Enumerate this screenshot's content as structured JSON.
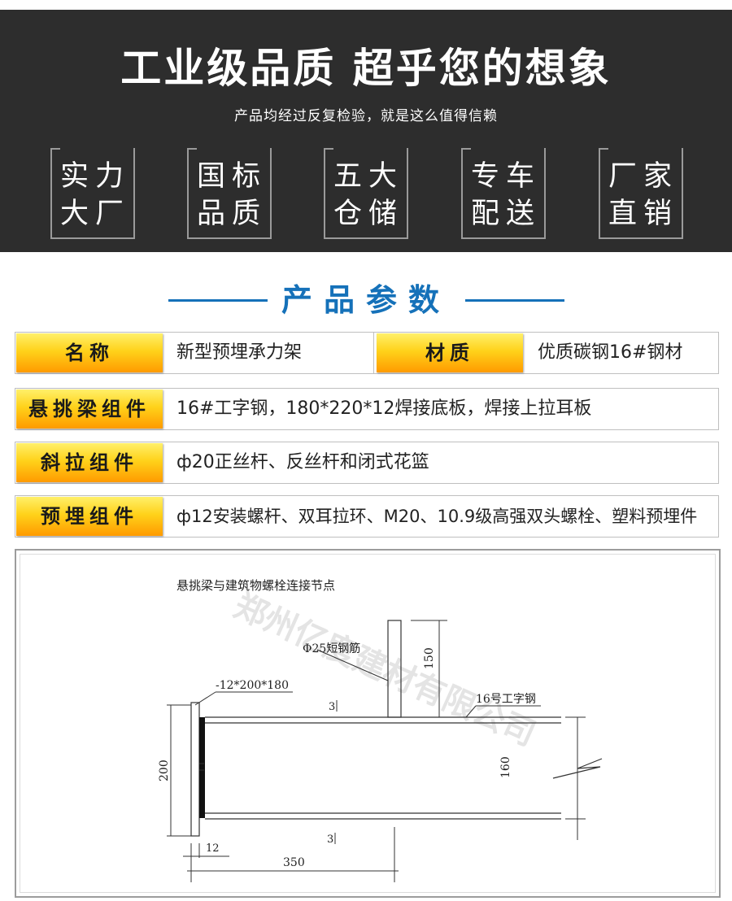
{
  "banner": {
    "headline": "工业级品质 超乎您的想象",
    "subline": "产品均经过反复检验，就是这么值得信赖",
    "badges": [
      {
        "line1": "实力",
        "line2": "大厂"
      },
      {
        "line1": "国标",
        "line2": "品质"
      },
      {
        "line1": "五大",
        "line2": "仓储"
      },
      {
        "line1": "专车",
        "line2": "配送"
      },
      {
        "line1": "厂家",
        "line2": "直销"
      }
    ]
  },
  "section": {
    "title": "产品参数"
  },
  "params": {
    "name_label": "名称",
    "name_value": "新型预埋承力架",
    "material_label": "材质",
    "material_value": "优质碳钢16#钢材",
    "rows": [
      {
        "label": "悬挑梁组件",
        "value": "16#工字钢，180*220*12焊接底板，焊接上拉耳板"
      },
      {
        "label": "斜拉组件",
        "value": "ф20正丝杆、反丝杆和闭式花篮"
      },
      {
        "label": "预埋组件",
        "value": "ф12安装螺杆、双耳拉环、M20、10.9级高强双头螺栓、塑料预埋件"
      }
    ]
  },
  "drawing": {
    "title": "悬挑梁与建筑物螺栓连接节点",
    "rebar_label": "Φ25短钢筋",
    "plate_label": "-12*200*180",
    "beam_label": "16号工字钢",
    "dim_150": "150",
    "dim_200": "200",
    "dim_160": "160",
    "dim_12": "12",
    "dim_350": "350",
    "weld_top": "3",
    "weld_bottom": "3",
    "watermark": "郑州亿度建材有限公司"
  }
}
